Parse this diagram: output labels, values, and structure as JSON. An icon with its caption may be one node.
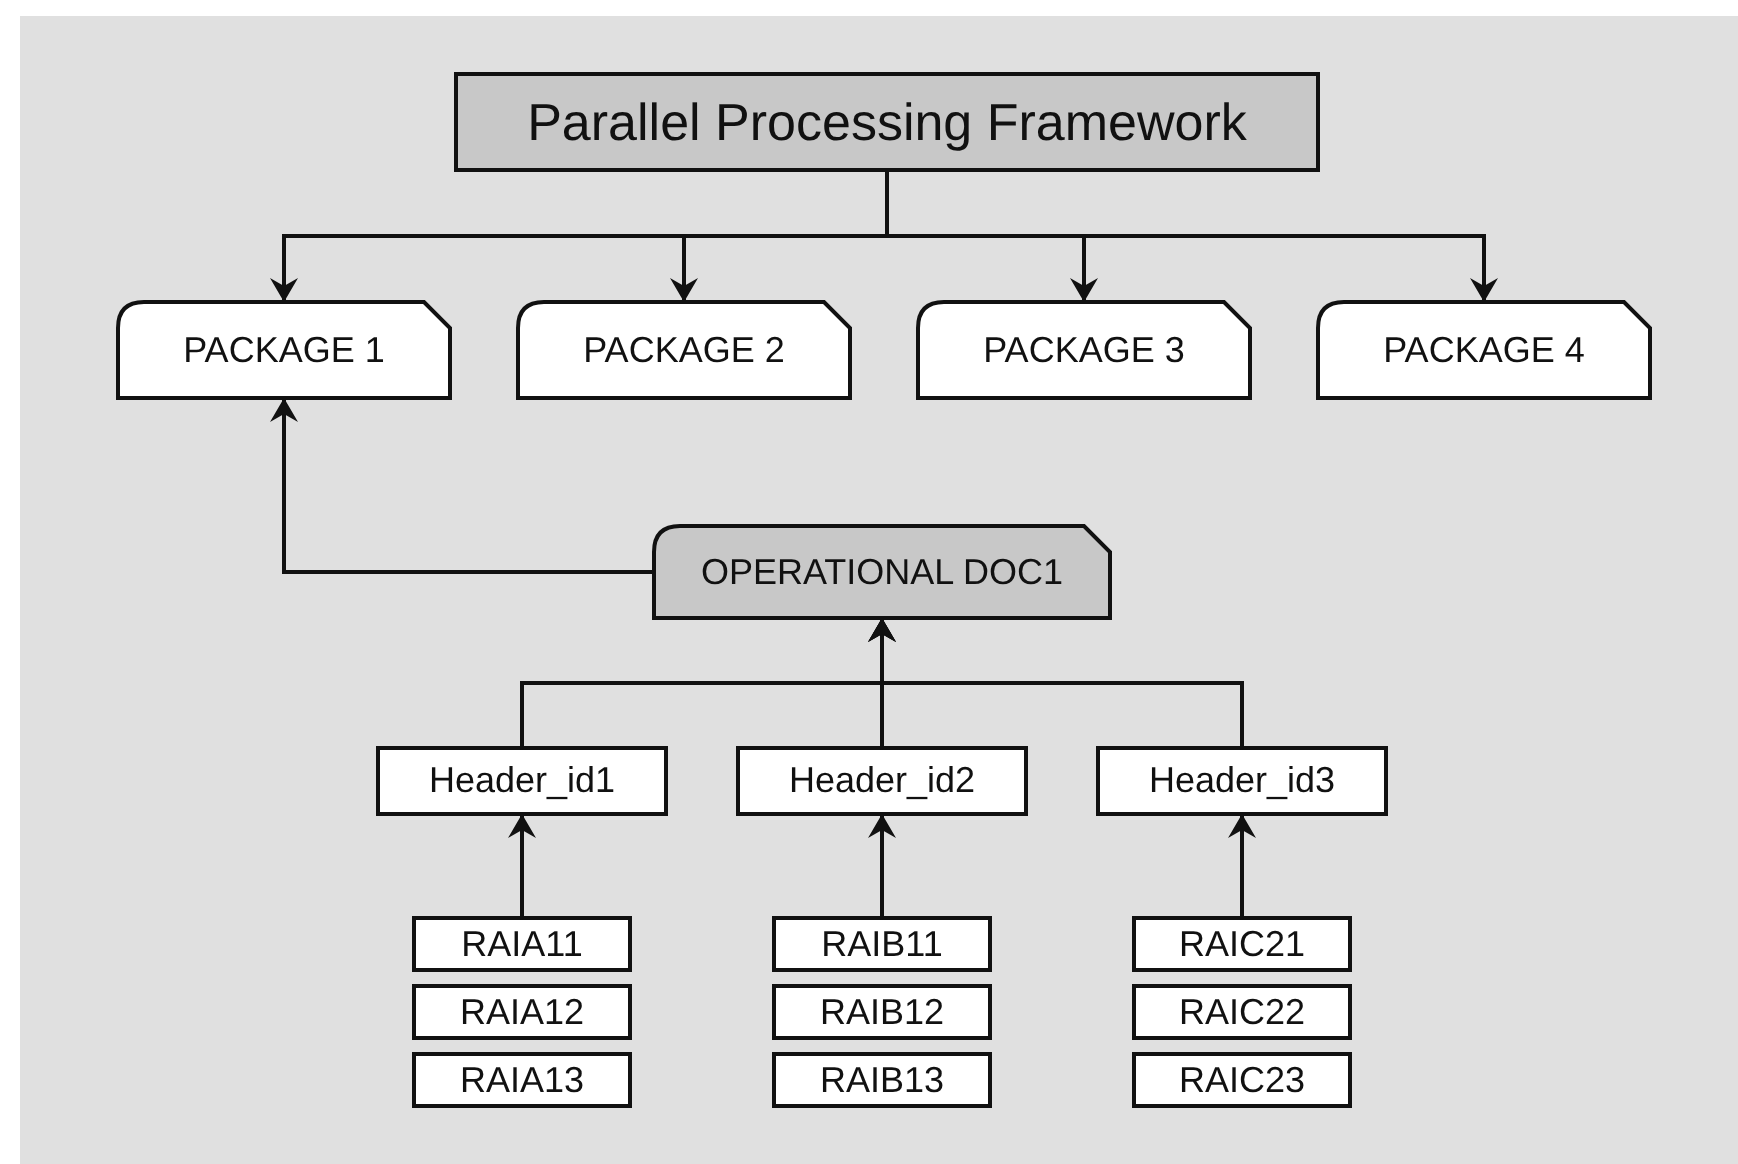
{
  "diagram": {
    "nodes": [
      {
        "text": [
          "Parallel Processing Framework"
        ]
      },
      {
        "text": [
          "PACKAGE 1"
        ]
      },
      {
        "text": [
          "PACKAGE 2"
        ]
      },
      {
        "text": [
          "PACKAGE 3"
        ]
      },
      {
        "text": [
          "PACKAGE 4"
        ]
      },
      {
        "text": [
          "OPERATIONAL DOC1"
        ]
      },
      {
        "text": [
          "Header_id1"
        ]
      },
      {
        "text": [
          "Header_id2"
        ]
      },
      {
        "text": [
          "Header_id3"
        ]
      },
      {
        "text": [
          "RAIA11"
        ]
      },
      {
        "text": [
          "RAIA12"
        ]
      },
      {
        "text": [
          "RAIA13"
        ]
      },
      {
        "text": [
          "RAIB11"
        ]
      },
      {
        "text": [
          "RAIB12"
        ]
      },
      {
        "text": [
          "RAIB13"
        ]
      },
      {
        "text": [
          "RAIC21"
        ]
      },
      {
        "text": [
          "RAIC22"
        ]
      },
      {
        "text": [
          "RAIC23"
        ]
      }
    ],
    "edges": [
      {
        "from": 0,
        "to": 1,
        "arrow": "to"
      },
      {
        "from": 0,
        "to": 2,
        "arrow": "to"
      },
      {
        "from": 0,
        "to": 3,
        "arrow": "to"
      },
      {
        "from": 0,
        "to": 4,
        "arrow": "to"
      },
      {
        "from": 5,
        "to": 1,
        "arrow": "to"
      },
      {
        "from": 6,
        "to": 5,
        "arrow": "to"
      },
      {
        "from": 7,
        "to": 5,
        "arrow": "to"
      },
      {
        "from": 8,
        "to": 5,
        "arrow": "to"
      },
      {
        "from": 9,
        "to": 6,
        "arrow": "to"
      },
      {
        "from": 12,
        "to": 7,
        "arrow": "to"
      },
      {
        "from": 15,
        "to": 8,
        "arrow": "to"
      }
    ]
  }
}
